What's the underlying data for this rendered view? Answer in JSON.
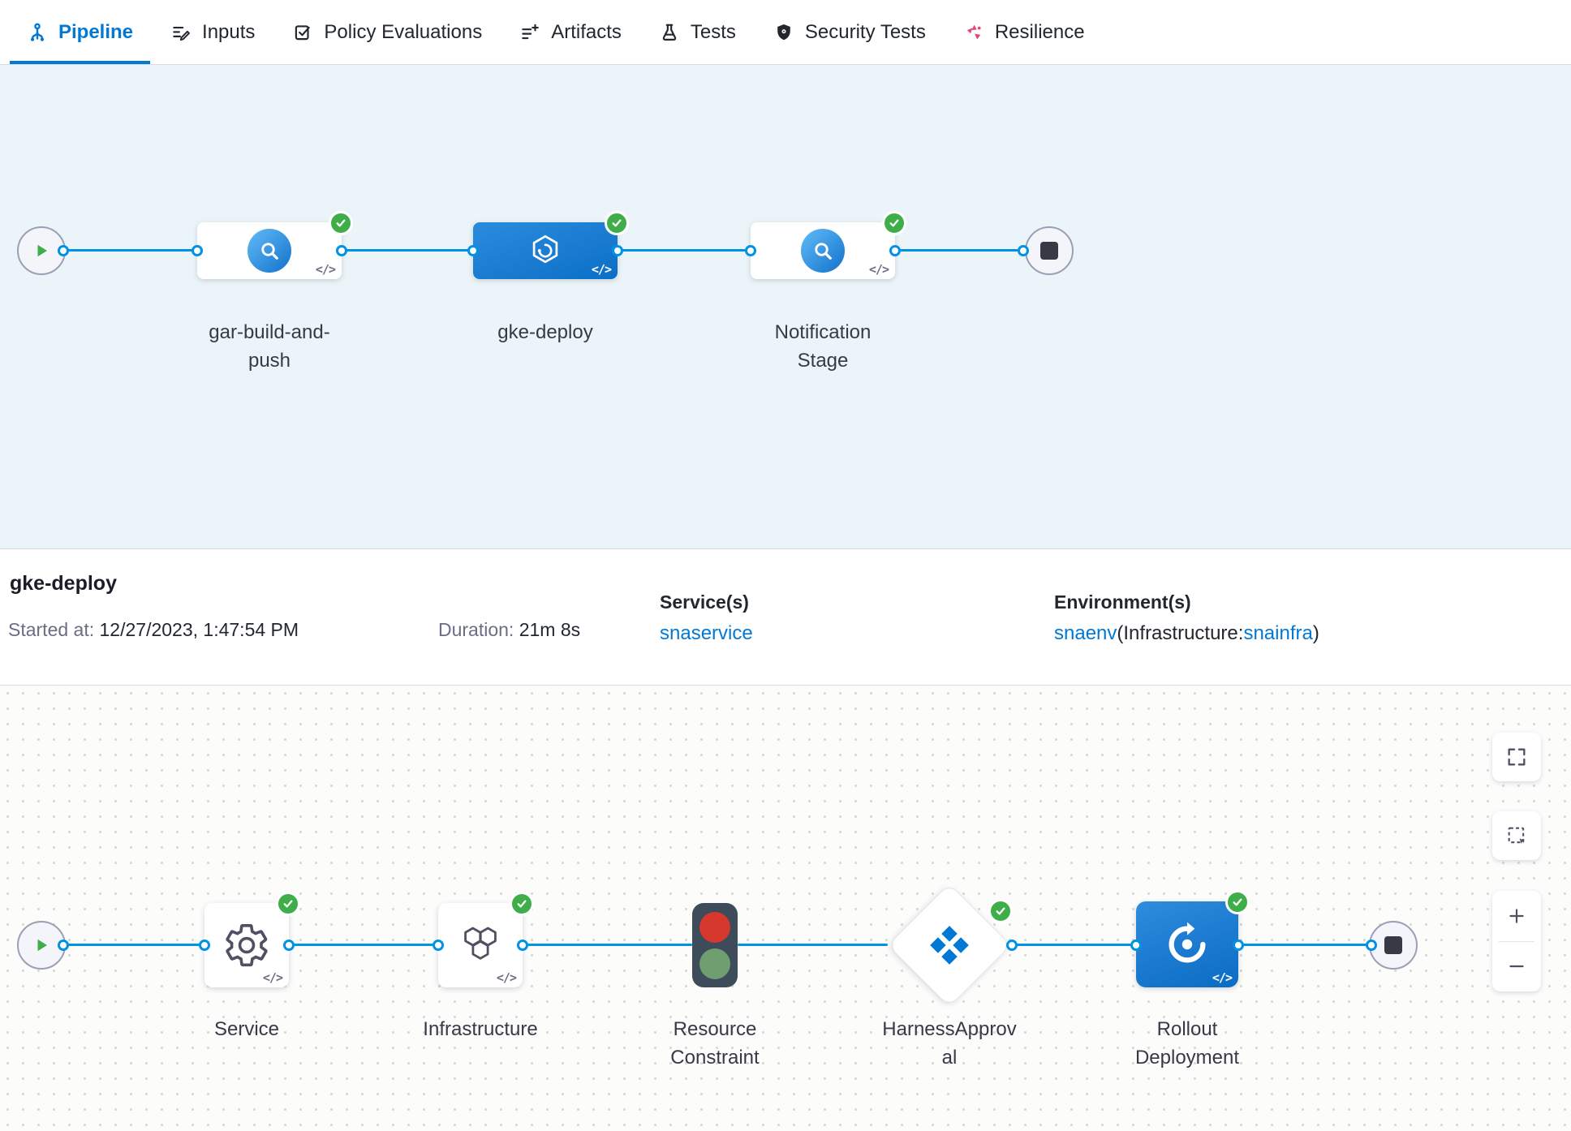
{
  "colors": {
    "accent_blue": "#0278d5",
    "success_green": "#3fae49",
    "connector_blue": "#0092e4",
    "resilience_pink": "#e24772",
    "canvas_blue_bg": "#ebf5f9"
  },
  "tab_bar": {
    "tabs": [
      {
        "id": "pipeline",
        "label": "Pipeline",
        "active": true
      },
      {
        "id": "inputs",
        "label": "Inputs",
        "active": false
      },
      {
        "id": "policy-evaluations",
        "label": "Policy Evaluations",
        "active": false
      },
      {
        "id": "artifacts",
        "label": "Artifacts",
        "active": false
      },
      {
        "id": "tests",
        "label": "Tests",
        "active": false
      },
      {
        "id": "security-tests",
        "label": "Security Tests",
        "active": false
      },
      {
        "id": "resilience",
        "label": "Resilience",
        "active": false
      }
    ]
  },
  "stage_pipeline": {
    "stages": [
      {
        "label": "gar-build-and-push",
        "status": "success",
        "selected": false
      },
      {
        "label": "gke-deploy",
        "status": "success",
        "selected": true
      },
      {
        "label": "Notification Stage",
        "status": "success",
        "selected": false
      }
    ]
  },
  "summary": {
    "title": "gke-deploy",
    "started_label": "Started at:",
    "started_value": "12/27/2023, 1:47:54 PM",
    "duration_label": "Duration:",
    "duration_value": "21m 8s",
    "services_label": "Service(s)",
    "service_link": "snaservice",
    "environments_label": "Environment(s)",
    "environment_link": "snaenv",
    "environment_infra_label": "(Infrastructure:",
    "environment_infra_link": "snainfra",
    "environment_close": ")"
  },
  "execution": {
    "steps": [
      {
        "label": "Service",
        "status": "success"
      },
      {
        "label": "Infrastructure",
        "status": "success"
      },
      {
        "label": "Resource Constraint",
        "status": "none"
      },
      {
        "label": "HarnessApproval",
        "status": "success"
      },
      {
        "label": "Rollout Deployment",
        "status": "success"
      }
    ]
  },
  "misc": {
    "code_badge": "</>"
  }
}
